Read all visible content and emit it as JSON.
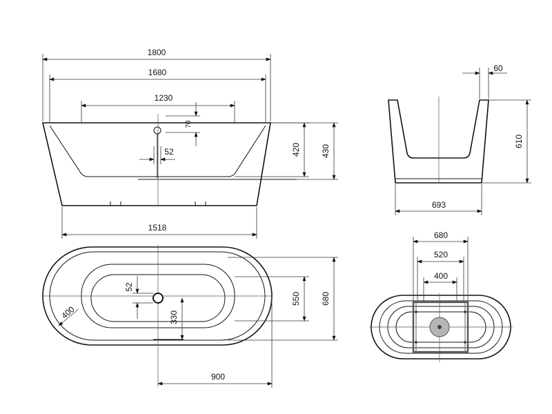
{
  "colors": {
    "line": "#111111",
    "background": "#ffffff",
    "drain": "#b5b5b5",
    "frame": "#555555"
  },
  "front_view": {
    "width_overall": "1800",
    "width_inner": "1680",
    "width_basin": "1230",
    "drain_depth": "70",
    "drain_offset": "52",
    "depth_inner": "420",
    "height_overall": "430",
    "base_width": "1518"
  },
  "side_view": {
    "rim_thickness": "60",
    "height": "610",
    "base_depth": "693"
  },
  "top_view": {
    "drain_offset": "52",
    "drain_distance": "330",
    "inner_width": "550",
    "outer_width": "680",
    "corner_radius": "400",
    "center_distance": "900"
  },
  "bottom_view": {
    "width_overall": "680",
    "width_mid": "520",
    "width_inner": "400"
  }
}
